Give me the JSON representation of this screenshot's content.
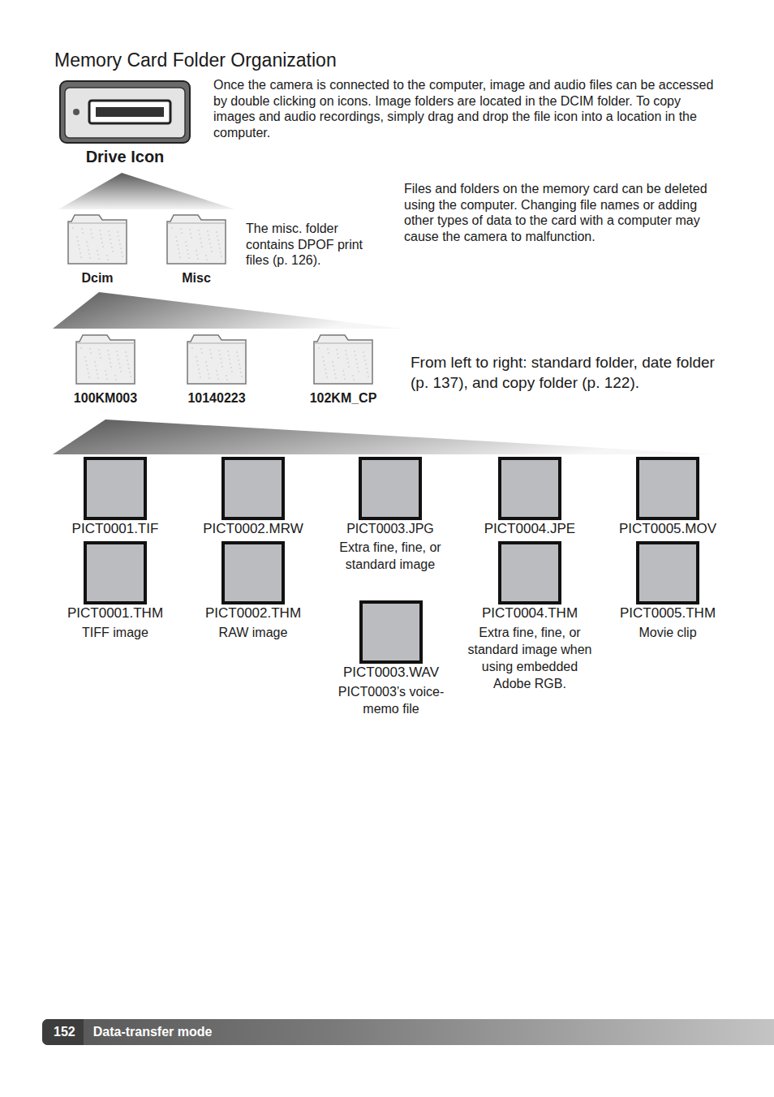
{
  "diagram": {
    "title": "Memory Card Folder Organization",
    "nodes": [
      {
        "text": [
          "Drive Icon"
        ]
      },
      {
        "text": [
          "Dcim"
        ]
      },
      {
        "text": [
          "Misc"
        ]
      },
      {
        "text": [
          "100KM003"
        ]
      },
      {
        "text": [
          "10140223"
        ]
      },
      {
        "text": [
          "102KM_CP"
        ]
      },
      {
        "text": [
          "PICT0001.TIF"
        ]
      },
      {
        "text": [
          "PICT0002.MRW"
        ]
      },
      {
        "text": [
          "PICT0003.JPG",
          "Extra fine, fine, or standard image"
        ]
      },
      {
        "text": [
          "PICT0004.JPE"
        ]
      },
      {
        "text": [
          "PICT0005.MOV"
        ]
      },
      {
        "text": [
          "PICT0001.THM",
          "TIFF image"
        ]
      },
      {
        "text": [
          "PICT0002.THM",
          "RAW image"
        ]
      },
      {
        "text": [
          "PICT0004.THM",
          "Extra fine, fine, or standard image when using embedded Adobe RGB."
        ]
      },
      {
        "text": [
          "PICT0005.THM",
          "Movie clip"
        ]
      },
      {
        "text": [
          "PICT0003.WAV",
          "PICT0003’s voice-memo file"
        ]
      },
      {
        "text": [
          "152",
          "Data-transfer mode"
        ]
      }
    ],
    "labels": [
      "Once the camera is connected to the computer, image and audio files can be accessed by double clicking on icons. Image folders are located in the DCIM folder. To copy images and audio recordings, simply drag and drop the file icon into a location in the computer.",
      "Files and folders on the memory card can be deleted using the computer. Changing file names or adding other types of data to the card with a computer may cause the camera to malfunction.",
      "The misc. folder contains DPOF print files (p. 126).",
      "From left to right: standard folder, date folder (p. 137), and copy folder (p. 122)."
    ]
  }
}
